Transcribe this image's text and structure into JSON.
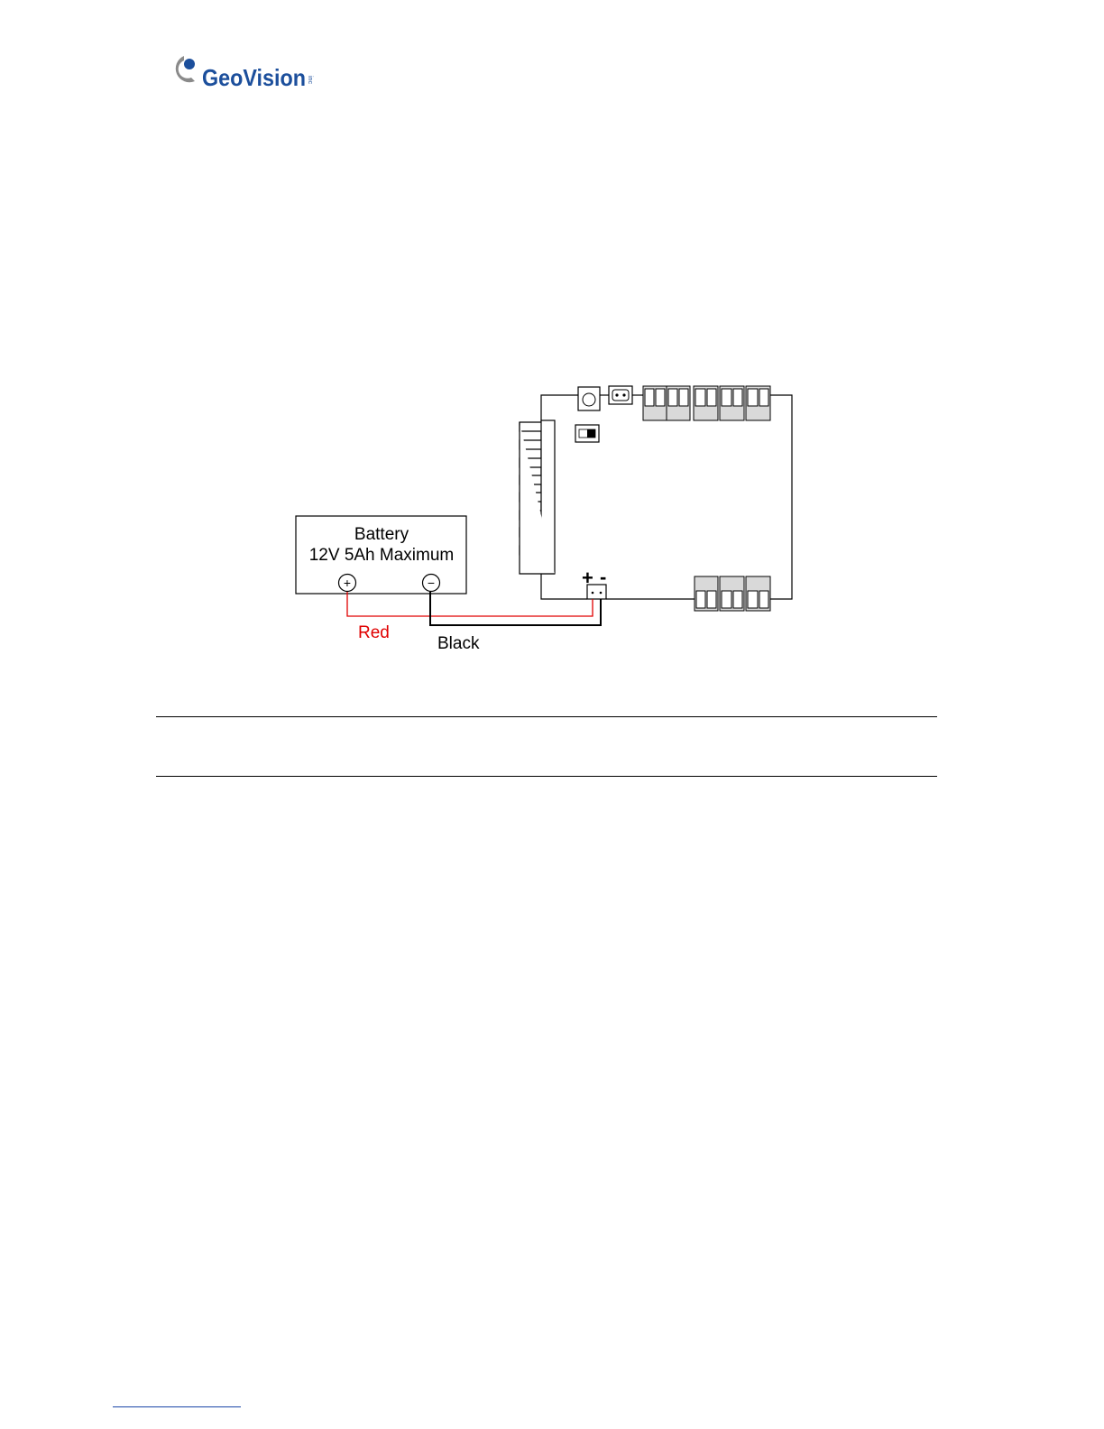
{
  "header": {
    "brand": "GeoVision",
    "brand_suffix": "inc"
  },
  "diagram": {
    "battery_title": "Battery",
    "battery_spec": "12V 5Ah Maximum",
    "battery_plus": "+",
    "battery_minus": "−",
    "board_plus": "+",
    "board_minus": "-",
    "wire_red_label": "Red",
    "wire_black_label": "Black"
  },
  "colors": {
    "brand_blue": "#1c4f9c",
    "brand_gray": "#8a8a8a",
    "wire_red": "#e00000",
    "wire_black": "#000000",
    "terminal_gray": "#d9d9d9"
  }
}
